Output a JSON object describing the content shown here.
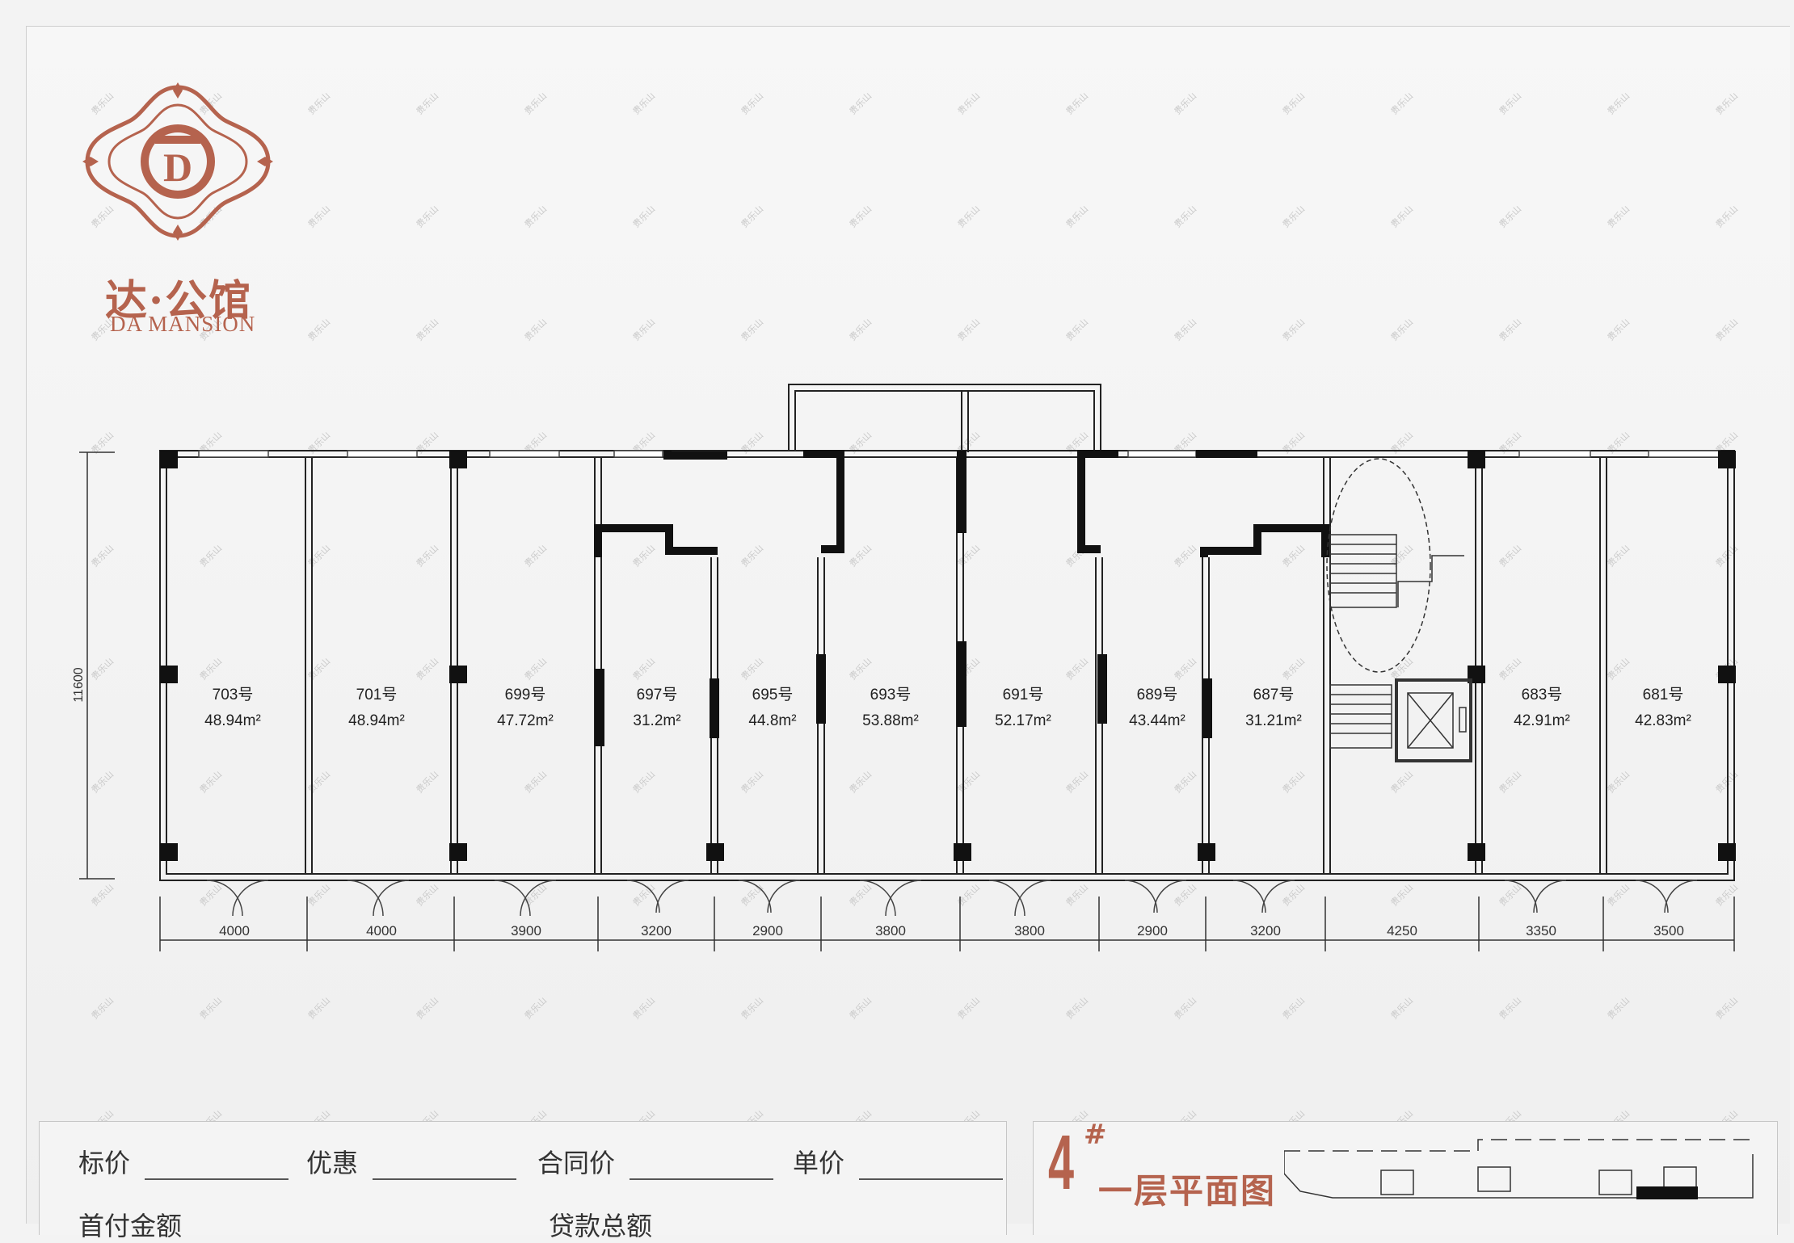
{
  "brand": {
    "name_cn": "达·公馆",
    "name_en": "DA MANSION",
    "logo_letter": "D",
    "color": "#b5634e"
  },
  "plan": {
    "overall_height": "11600",
    "units": [
      {
        "number": "703号",
        "area": "48.94m²"
      },
      {
        "number": "701号",
        "area": "48.94m²"
      },
      {
        "number": "699号",
        "area": "47.72m²"
      },
      {
        "number": "697号",
        "area": "31.2m²"
      },
      {
        "number": "695号",
        "area": "44.8m²"
      },
      {
        "number": "693号",
        "area": "53.88m²"
      },
      {
        "number": "691号",
        "area": "52.17m²"
      },
      {
        "number": "689号",
        "area": "43.44m²"
      },
      {
        "number": "687号",
        "area": "31.21m²"
      },
      {
        "number": "683号",
        "area": "42.91m²"
      },
      {
        "number": "681号",
        "area": "42.83m²"
      }
    ],
    "widths": [
      "4000",
      "4000",
      "3900",
      "3200",
      "2900",
      "3800",
      "3800",
      "2900",
      "3200",
      "4250",
      "3350",
      "3500"
    ]
  },
  "price_form": {
    "list_price": "标价",
    "discount": "优惠",
    "contract_price": "合同价",
    "unit_price": "单价",
    "down_payment": "首付金额",
    "loan_total": "贷款总额"
  },
  "title_block": {
    "building": "4",
    "building_mark": "#",
    "floor_plan": "一层平面图"
  },
  "watermark": "贵乐山",
  "colors": {
    "accent": "#b5634e",
    "wall": "#111111"
  }
}
